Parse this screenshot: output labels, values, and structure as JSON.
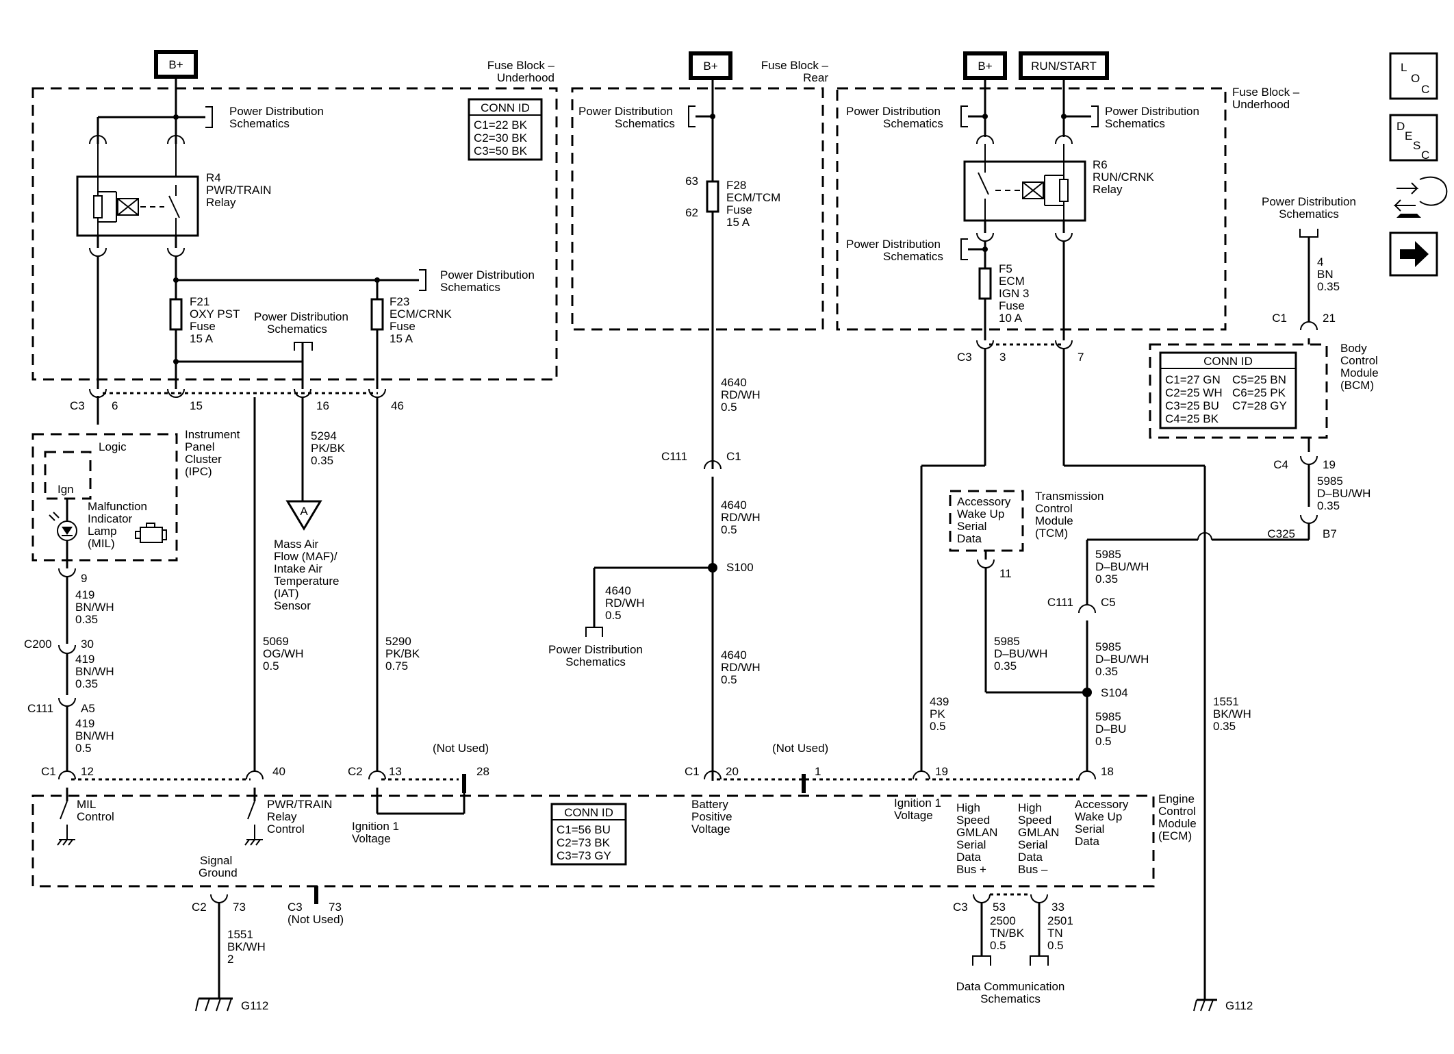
{
  "terminals": {
    "b_plus": "B+",
    "run_start": "RUN/START"
  },
  "fuse_blocks": {
    "left_title": "Fuse Block –",
    "left_sub": "Underhood",
    "mid_title": "Fuse Block –",
    "mid_sub": "Rear",
    "right_title": "Fuse Block –",
    "right_sub": "Underhood"
  },
  "common": {
    "pds1": "Power Distribution",
    "pds2": "Schematics",
    "conn_id": "CONN ID"
  },
  "conn_left": [
    "C1=22 BK",
    "C2=30 BK",
    "C3=50 BK"
  ],
  "conn_bcm": [
    "C1=27 GN",
    "C5=25 BN",
    "C2=25 WH",
    "C6=25 PK",
    "C3=25 BU",
    "C7=28 GY",
    "C4=25 BK"
  ],
  "conn_ecm": [
    "C1=56 BU",
    "C2=73 BK",
    "C3=73 GY"
  ],
  "r4": [
    "R4",
    "PWR/TRAIN",
    "Relay"
  ],
  "r6": [
    "R6",
    "RUN/CRNK",
    "Relay"
  ],
  "f21": [
    "F21",
    "OXY PST",
    "Fuse",
    "15 A"
  ],
  "f23": [
    "F23",
    "ECM/CRNK",
    "Fuse",
    "15 A"
  ],
  "f28": [
    "F28",
    "ECM/TCM",
    "Fuse",
    "15 A"
  ],
  "f5": [
    "F5",
    "ECM",
    "IGN 3",
    "Fuse",
    "10 A"
  ],
  "pins": {
    "c3": "C3",
    "p6": "6",
    "p15": "15",
    "p16": "16",
    "p46": "46",
    "p63": "63",
    "p62": "62",
    "c111": "C111",
    "c1": "C1",
    "s100": "S100",
    "p3": "3",
    "p7": "7",
    "p21": "21",
    "c4": "C4",
    "p19": "19",
    "c325": "C325",
    "b7": "B7",
    "p11": "11",
    "c5": "C5",
    "s104": "S104",
    "p9": "9",
    "c200": "C200",
    "p30": "30",
    "a5": "A5",
    "p12": "12",
    "p40": "40",
    "c2": "C2",
    "p13": "13",
    "p28": "28",
    "p20": "20",
    "p1": "1",
    "p18": "18",
    "p73": "73",
    "p53": "53",
    "p33": "33",
    "g112": "G112",
    "not_used": "(Not Used)",
    "conn_a": "A"
  },
  "wires": {
    "w5294": [
      "5294",
      "PK/BK",
      "0.35"
    ],
    "w4640": [
      "4640",
      "RD/WH",
      "0.5"
    ],
    "w4bn": [
      "4",
      "BN",
      "0.35"
    ],
    "w5985": [
      "5985",
      "D–BU/WH",
      "0.35"
    ],
    "w5985b": [
      "5985",
      "D–BU",
      "0.5"
    ],
    "w419a": [
      "419",
      "BN/WH",
      "0.35"
    ],
    "w419c": [
      "419",
      "BN/WH",
      "0.5"
    ],
    "w5069": [
      "5069",
      "OG/WH",
      "0.5"
    ],
    "w5290": [
      "5290",
      "PK/BK",
      "0.75"
    ],
    "w439": [
      "439",
      "PK",
      "0.5"
    ],
    "w1551": [
      "1551",
      "BK/WH",
      "0.35"
    ],
    "w1551b": [
      "1551",
      "BK/WH",
      "2"
    ],
    "w2500": [
      "2500",
      "TN/BK",
      "0.5"
    ],
    "w2501": [
      "2501",
      "TN",
      "0.5"
    ]
  },
  "ipc": {
    "logic": "Logic",
    "ign": "Ign",
    "name": [
      "Instrument",
      "Panel",
      "Cluster",
      "(IPC)"
    ],
    "mil": [
      "Malfunction",
      "Indicator",
      "Lamp",
      "(MIL)"
    ]
  },
  "maf": [
    "Mass Air",
    "Flow (MAF)/",
    "Intake Air",
    "Temperature",
    "(IAT)",
    "Sensor"
  ],
  "bcm": [
    "Body",
    "Control",
    "Module",
    "(BCM)"
  ],
  "tcm": {
    "box": [
      "Accessory",
      "Wake Up",
      "Serial",
      "Data"
    ],
    "name": [
      "Transmission",
      "Control",
      "Module",
      "(TCM)"
    ]
  },
  "ecm": {
    "name": [
      "Engine",
      "Control",
      "Module",
      "(ECM)"
    ],
    "mil_ctrl": [
      "MIL",
      "Control"
    ],
    "pwr_ctrl": [
      "PWR/TRAIN",
      "Relay",
      "Control"
    ],
    "ign1": [
      "Ignition 1",
      "Voltage"
    ],
    "batt": [
      "Battery",
      "Positive",
      "Voltage"
    ],
    "ign1b": [
      "Ignition 1",
      "Voltage"
    ],
    "gmlan_hi": [
      "High",
      "Speed",
      "GMLAN",
      "Serial",
      "Data",
      "Bus +"
    ],
    "gmlan_lo": [
      "High",
      "Speed",
      "GMLAN",
      "Serial",
      "Data",
      "Bus –"
    ],
    "acc": [
      "Accessory",
      "Wake Up",
      "Serial",
      "Data"
    ],
    "sig_gnd": [
      "Signal",
      "Ground"
    ]
  },
  "dcs": [
    "Data Communication",
    "Schematics"
  ],
  "nav": {
    "loc": [
      "L",
      "O",
      "C"
    ],
    "desc": [
      "D",
      "E",
      "S",
      "C"
    ]
  }
}
